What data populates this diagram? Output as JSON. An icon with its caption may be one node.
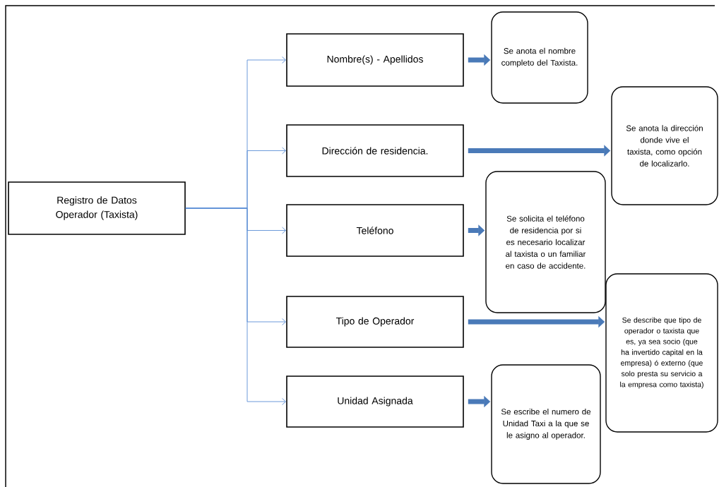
{
  "diagram": {
    "nodes": [
      {
        "text": [
          "Registro de Datos Operador (Taxista)"
        ]
      },
      {
        "text": [
          "Nombre(s) - Apellidos"
        ]
      },
      {
        "text": [
          "Dirección de residencia."
        ]
      },
      {
        "text": [
          "Teléfono"
        ]
      },
      {
        "text": [
          "Tipo de Operador"
        ]
      },
      {
        "text": [
          "Unidad Asignada"
        ]
      },
      {
        "text": [
          "Se anota el nombre completo del Taxista."
        ]
      },
      {
        "text": [
          "Se anota la dirección donde vive el taxista, como opción de localizarlo."
        ]
      },
      {
        "text": [
          "Se solicita el teléfono de residencia por si es necesario localizar al taxista o un familiar en caso de accidente."
        ]
      },
      {
        "text": [
          "Se describe que tipo de operador o taxista que es, ya sea socio (que ha invertido capital en la empresa) ó externo (que solo presta su servicio a la empresa como taxista)"
        ]
      },
      {
        "text": [
          "Se escribe el numero de Unidad Taxi a la que se le asigno al operador."
        ]
      }
    ],
    "edges": [
      {
        "from": 0,
        "to": 1,
        "arrow": "to"
      },
      {
        "from": 0,
        "to": 2,
        "arrow": "to"
      },
      {
        "from": 0,
        "to": 3,
        "arrow": "to"
      },
      {
        "from": 0,
        "to": 4,
        "arrow": "to"
      },
      {
        "from": 0,
        "to": 5,
        "arrow": "to"
      },
      {
        "from": 1,
        "to": 6,
        "arrow": "to",
        "style": "thick",
        "color": "#4a7ab8"
      },
      {
        "from": 2,
        "to": 7,
        "arrow": "to",
        "style": "thick",
        "color": "#4a7ab8"
      },
      {
        "from": 3,
        "to": 8,
        "arrow": "to",
        "style": "thick",
        "color": "#4a7ab8"
      },
      {
        "from": 4,
        "to": 9,
        "arrow": "to",
        "style": "thick",
        "color": "#4a7ab8"
      },
      {
        "from": 5,
        "to": 10,
        "arrow": "to",
        "style": "thick",
        "color": "#4a7ab8"
      }
    ]
  }
}
